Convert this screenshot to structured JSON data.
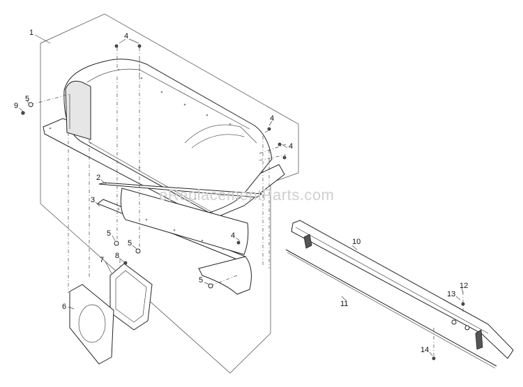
{
  "watermark": "eReplacementParts.com",
  "callouts": [
    {
      "id": "c1",
      "text": "1"
    },
    {
      "id": "c2",
      "text": "2"
    },
    {
      "id": "c3",
      "text": "3"
    },
    {
      "id": "c4a",
      "text": "4"
    },
    {
      "id": "c4b",
      "text": "4"
    },
    {
      "id": "c4c",
      "text": "4"
    },
    {
      "id": "c4d",
      "text": "4"
    },
    {
      "id": "c5a",
      "text": "5"
    },
    {
      "id": "c5b",
      "text": "5"
    },
    {
      "id": "c5c",
      "text": "5"
    },
    {
      "id": "c5d",
      "text": "5"
    },
    {
      "id": "c6",
      "text": "6"
    },
    {
      "id": "c7",
      "text": "7"
    },
    {
      "id": "c8",
      "text": "8"
    },
    {
      "id": "c9",
      "text": "9"
    },
    {
      "id": "c10",
      "text": "10"
    },
    {
      "id": "c11",
      "text": "11"
    },
    {
      "id": "c12",
      "text": "12"
    },
    {
      "id": "c13",
      "text": "13"
    },
    {
      "id": "c14",
      "text": "14"
    }
  ]
}
